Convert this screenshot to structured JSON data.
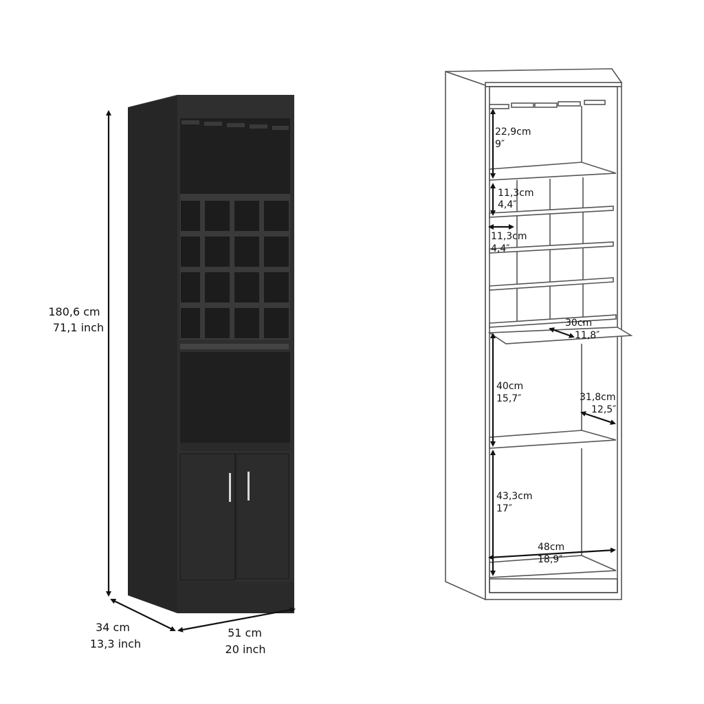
{
  "product": {
    "name": "tall bar cabinet",
    "color": "#2b2b2b",
    "handle_color": "#d8d8d8"
  },
  "left_view": {
    "height": {
      "cm": "180,6 cm",
      "inch": "71,1 inch"
    },
    "depth": {
      "cm": "34 cm",
      "inch": "13,3 inch"
    },
    "width": {
      "cm": "51 cm",
      "inch": "20 inch"
    }
  },
  "right_view": {
    "glass_rack_section": {
      "cm": "22,9cm",
      "inch": "9″"
    },
    "cubby_height": {
      "cm": "11,3cm",
      "inch": "4,4″"
    },
    "cubby_width": {
      "cm": "11,3cm",
      "inch": "4,4″"
    },
    "pullout_shelf_depth": {
      "cm": "30cm",
      "inch": "11,8″"
    },
    "open_shelf_height": {
      "cm": "40cm",
      "inch": "15,7″"
    },
    "open_shelf_depth": {
      "cm": "31,8cm",
      "inch": "12,5″"
    },
    "cabinet_height": {
      "cm": "43,3cm",
      "inch": "17″"
    },
    "inner_width": {
      "cm": "48cm",
      "inch": "18,9″"
    }
  },
  "cubby_grid": {
    "rows": 4,
    "cols": 4
  },
  "glass_holders": 5
}
